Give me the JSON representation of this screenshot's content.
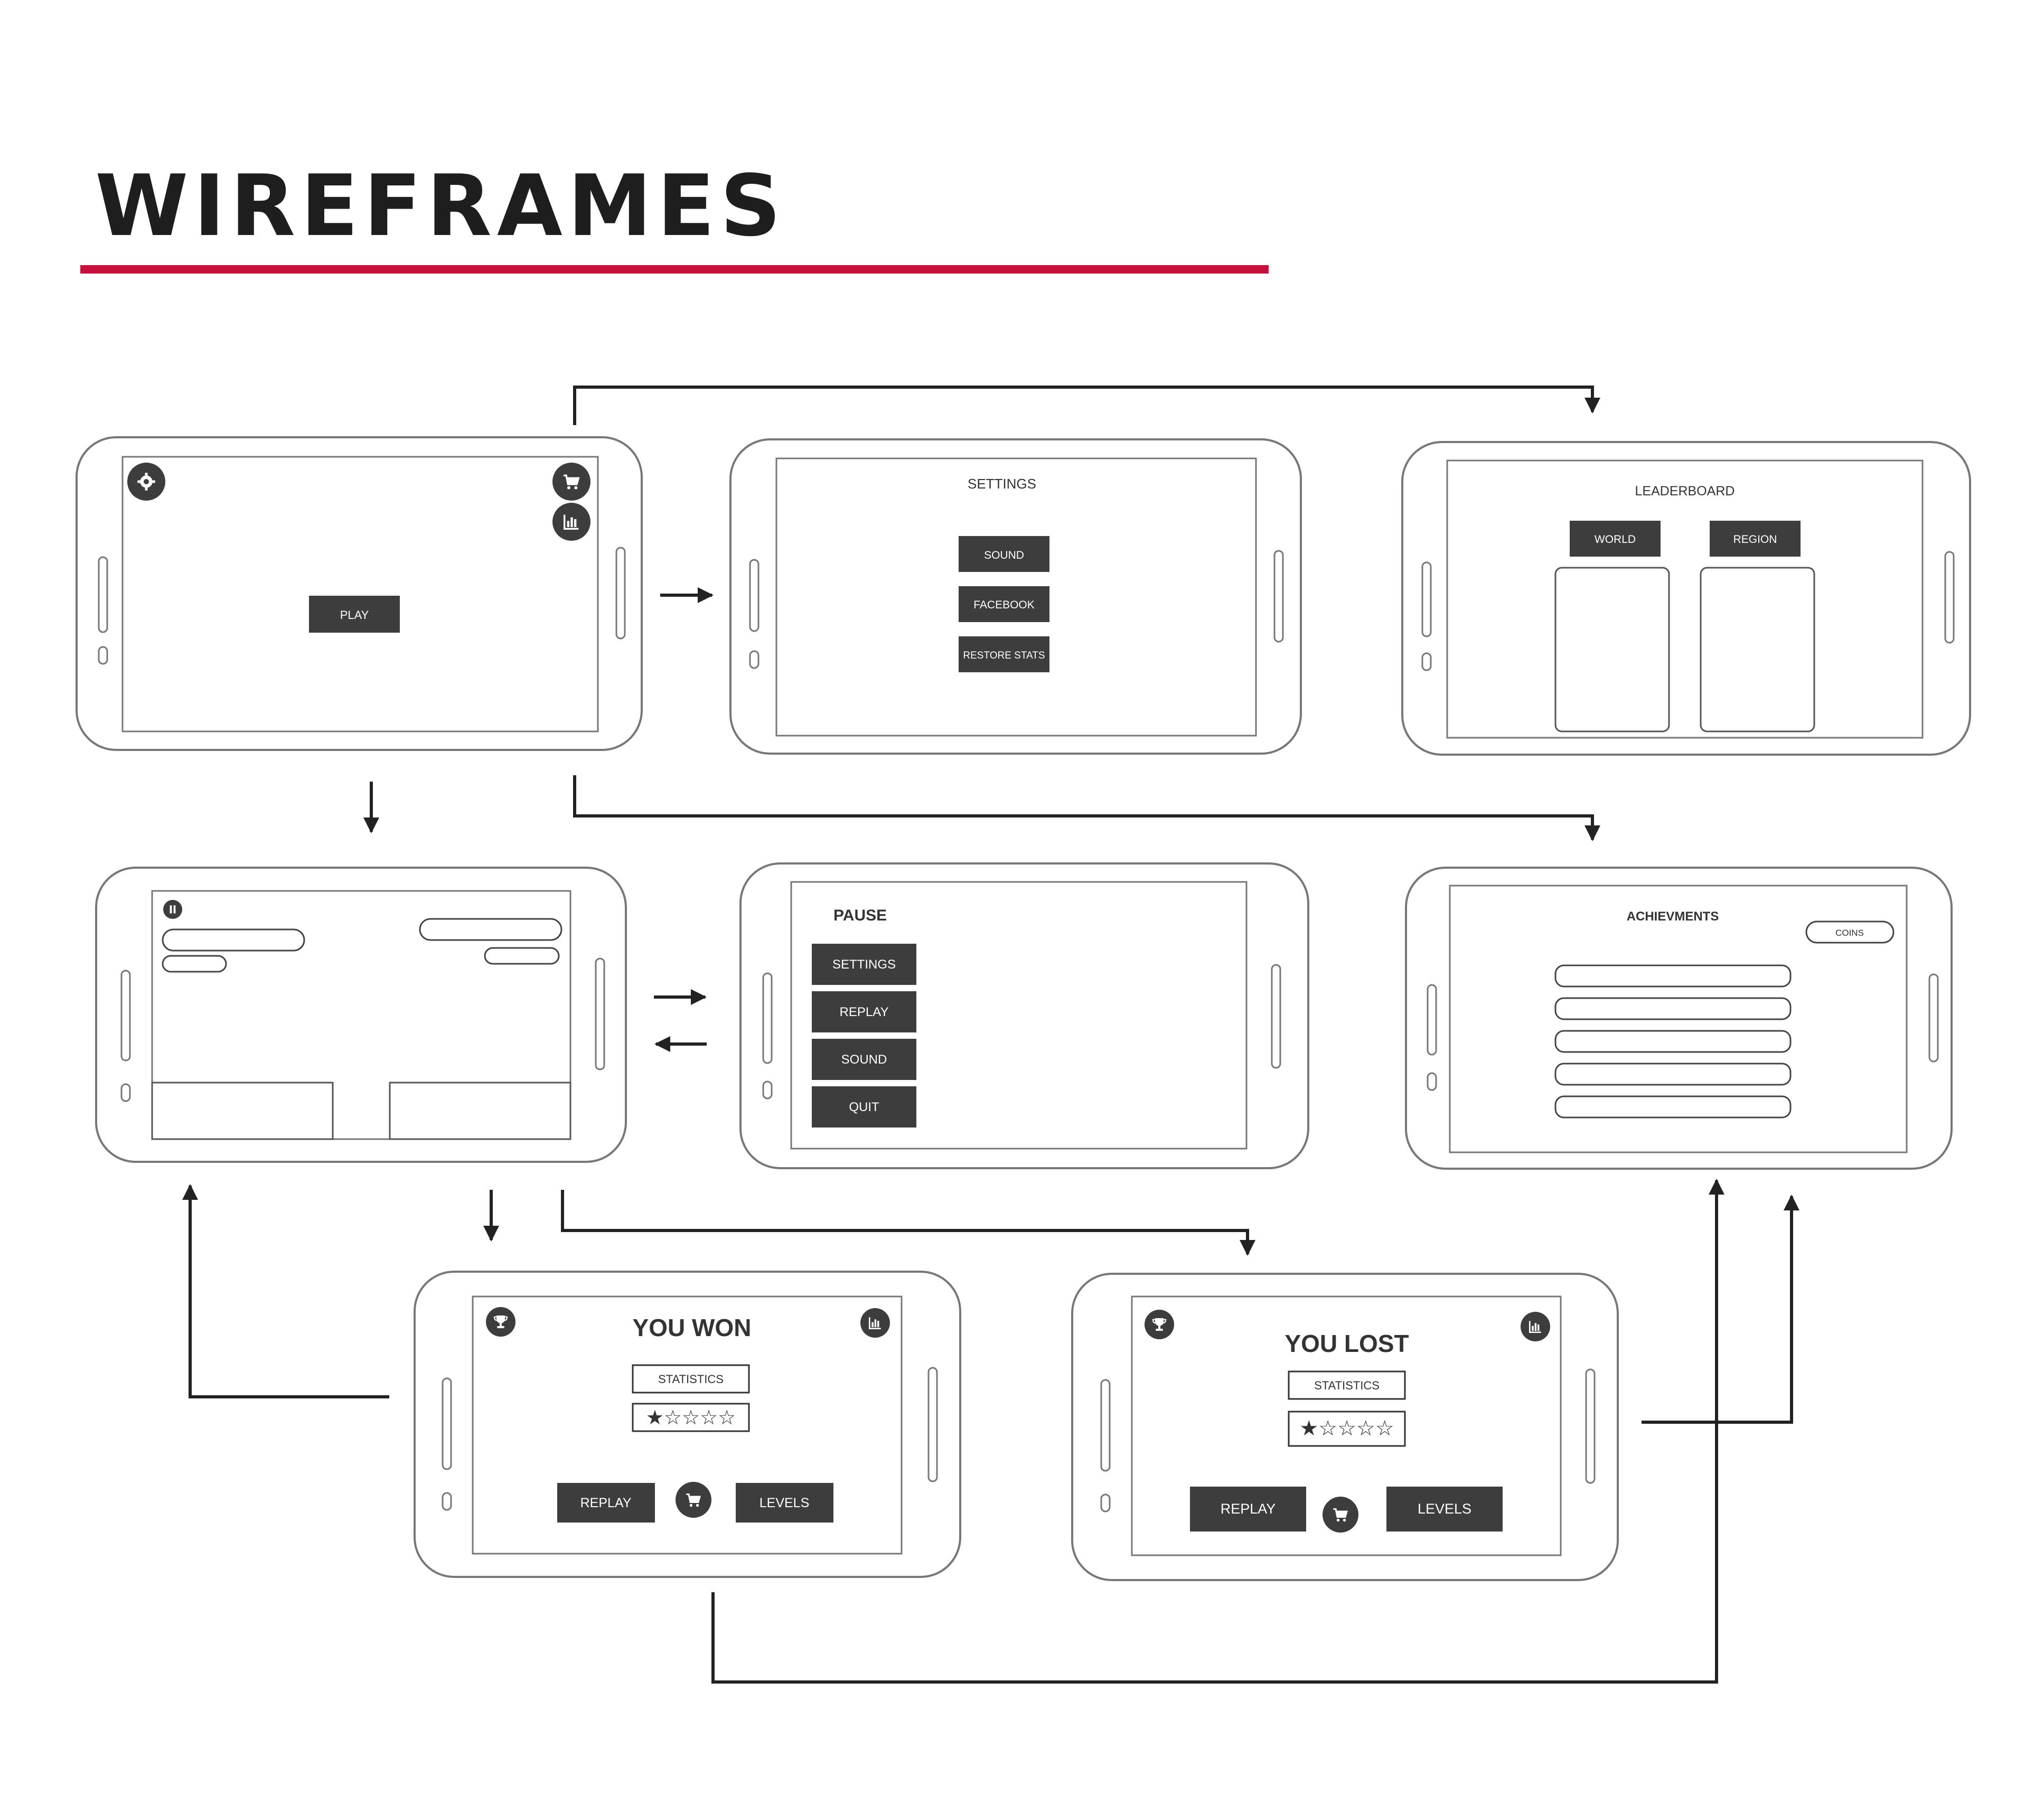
{
  "title": "WIREFRAMES",
  "colors": {
    "accent": "#c8103c",
    "button": "#3d3d3d",
    "outline": "#777777",
    "line": "#222222"
  },
  "home": {
    "play_label": "PLAY",
    "icons": [
      "gear-icon",
      "cart-icon",
      "chart-icon"
    ]
  },
  "settings": {
    "title": "SETTINGS",
    "buttons": [
      "SOUND",
      "FACEBOOK",
      "RESTORE STATS"
    ]
  },
  "leaderboard": {
    "title": "LEADERBOARD",
    "tabs": [
      "WORLD",
      "REGION"
    ]
  },
  "gameplay": {
    "icons": [
      "pause-icon"
    ]
  },
  "pause": {
    "title": "PAUSE",
    "buttons": [
      "SETTINGS",
      "REPLAY",
      "SOUND",
      "QUIT"
    ]
  },
  "achievements": {
    "title": "ACHIEVMENTS",
    "coins_label": "COINS"
  },
  "won": {
    "title": "YOU WON",
    "stats_label": "STATISTICS",
    "rating": 1,
    "rating_max": 5,
    "replay_label": "REPLAY",
    "levels_label": "LEVELS",
    "icons": [
      "trophy-icon",
      "chart-icon",
      "cart-icon"
    ]
  },
  "lost": {
    "title": "YOU LOST",
    "stats_label": "STATISTICS",
    "rating": 1,
    "rating_max": 5,
    "replay_label": "REPLAY",
    "levels_label": "LEVELS",
    "icons": [
      "trophy-icon",
      "chart-icon",
      "cart-icon"
    ]
  },
  "stars": {
    "filled": "★",
    "empty": "☆"
  }
}
